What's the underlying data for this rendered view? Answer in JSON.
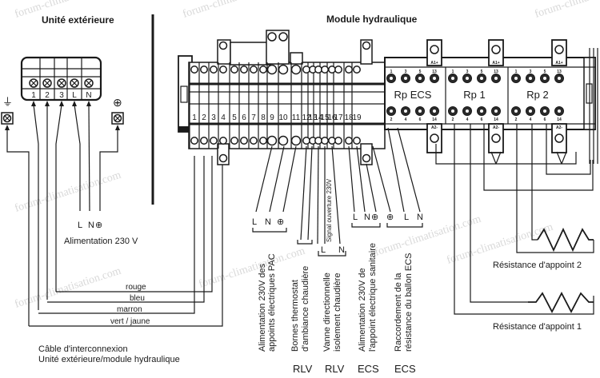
{
  "watermark": "forum-climatisation.com",
  "outdoor_unit": {
    "title": "Unité extérieure",
    "terminals": [
      "1",
      "2",
      "3",
      "L",
      "N"
    ],
    "ground_left_symbol": "⏚",
    "ground_right_symbol": "⊕"
  },
  "power_supply": {
    "phase_label": "L",
    "neutral_label": "N",
    "earth_symbol": "⊕",
    "caption": "Alimentation 230 V"
  },
  "interconnect_cable": {
    "wires": [
      "rouge",
      "bleu",
      "marron",
      "vert / jaune"
    ],
    "caption_line1": "Câble d'interconnexion",
    "caption_line2": "Unité extérieure/module hydraulique"
  },
  "hydraulic_module": {
    "title": "Module hydraulique",
    "terminals": [
      "1",
      "2",
      "3",
      "4",
      "5",
      "6",
      "7",
      "8",
      "9",
      "10",
      "11",
      "12",
      "13",
      "14",
      "15",
      "16",
      "17",
      "18",
      "19"
    ],
    "relays": [
      {
        "name": "Rp ECS",
        "top_label": "A1+",
        "bottom_label": "A2-",
        "top_pins": [
          "1",
          "3",
          "5",
          "13"
        ],
        "bottom_pins": [
          "2",
          "4",
          "6",
          "14"
        ]
      },
      {
        "name": "Rp 1",
        "top_label": "A1+",
        "bottom_label": "A2-",
        "top_pins": [
          "1",
          "3",
          "5",
          "13"
        ],
        "bottom_pins": [
          "2",
          "4",
          "6",
          "14"
        ]
      },
      {
        "name": "Rp 2",
        "top_label": "A1+",
        "bottom_label": "A2-",
        "top_pins": [
          "1",
          "3",
          "5",
          "13"
        ],
        "bottom_pins": [
          "2",
          "4",
          "6",
          "14"
        ]
      }
    ]
  },
  "connection_groups": [
    {
      "wire_labels": [
        "L",
        "N",
        "⊕"
      ],
      "description_line1": "Alimentation 230V des",
      "description_line2": "appoints électriques PAC",
      "category": ""
    },
    {
      "wire_labels": [],
      "description_line1": "Bornes thermostat",
      "description_line2": "d'ambiance chaudière",
      "category": "RLV"
    },
    {
      "wire_labels": [
        "L",
        "N"
      ],
      "signal_note": "Signal ouverture 230V",
      "description_line1": "Vanne directionnelle",
      "description_line2": "isolement chaudière",
      "category": "RLV"
    },
    {
      "wire_labels": [
        "L",
        "N",
        "⊕"
      ],
      "description_line1": "Alimentation 230V de",
      "description_line2": "l'appoint électrique sanitaire",
      "category": "ECS"
    },
    {
      "wire_labels": [
        "⊕",
        "L",
        "N"
      ],
      "description_line1": "Raccordement de la",
      "description_line2": "résistance du ballon ECS",
      "category": "ECS"
    }
  ],
  "resistances": [
    {
      "label": "Résistance d'appoint 2"
    },
    {
      "label": "Résistance d'appoint 1"
    }
  ]
}
